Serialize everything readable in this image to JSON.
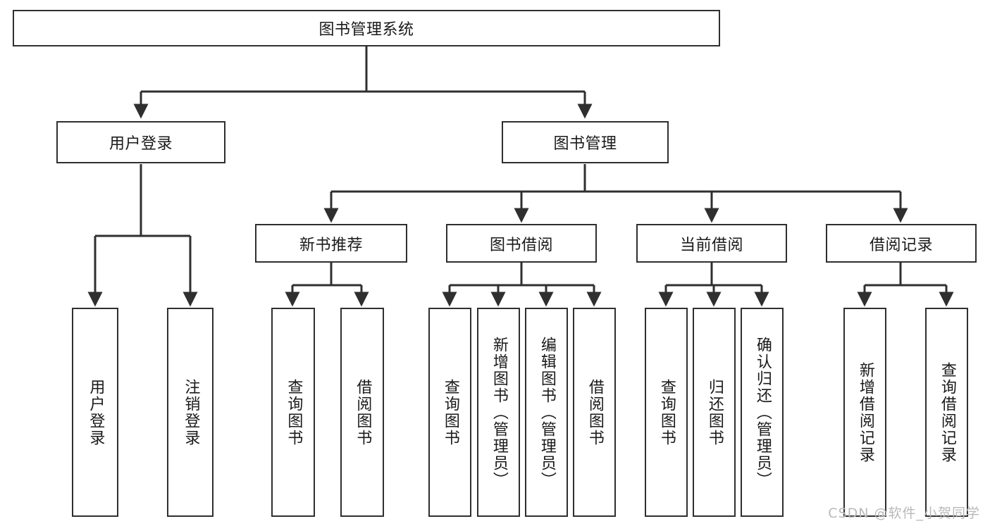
{
  "diagram": {
    "type": "tree",
    "title": "图书管理系统",
    "root": {
      "id": "root",
      "label": "图书管理系统"
    },
    "level2": [
      {
        "id": "user-login",
        "label": "用户登录"
      },
      {
        "id": "book-manage",
        "label": "图书管理"
      }
    ],
    "level3": [
      {
        "id": "new-book-rec",
        "label": "新书推荐"
      },
      {
        "id": "book-borrow",
        "label": "图书借阅"
      },
      {
        "id": "current-borrow",
        "label": "当前借阅"
      },
      {
        "id": "borrow-record",
        "label": "借阅记录"
      }
    ],
    "leaves": {
      "user_login": [
        {
          "id": "leaf-user-login",
          "label": "用户登录"
        },
        {
          "id": "leaf-user-logout",
          "label": "注销登录"
        }
      ],
      "new_book_rec": [
        {
          "id": "leaf-query-book-1",
          "label": "查询图书"
        },
        {
          "id": "leaf-borrow-book-1",
          "label": "借阅图书"
        }
      ],
      "book_borrow": [
        {
          "id": "leaf-query-book-2",
          "label": "查询图书"
        },
        {
          "id": "leaf-add-book",
          "label": "新增图书（管理员）"
        },
        {
          "id": "leaf-edit-book",
          "label": "编辑图书（管理员）"
        },
        {
          "id": "leaf-borrow-book-2",
          "label": "借阅图书"
        }
      ],
      "current_borrow": [
        {
          "id": "leaf-query-book-3",
          "label": "查询图书"
        },
        {
          "id": "leaf-return-book",
          "label": "归还图书"
        },
        {
          "id": "leaf-confirm-return",
          "label": "确认归还（管理员）"
        }
      ],
      "borrow_record": [
        {
          "id": "leaf-add-record",
          "label": "新增借阅记录"
        },
        {
          "id": "leaf-query-record",
          "label": "查询借阅记录"
        }
      ]
    }
  },
  "watermark": {
    "text": "CSDN @软件_小贺同学"
  },
  "colors": {
    "stroke": "#2f2f2f",
    "box_fill": "#ffffff",
    "text": "#1a1a1a",
    "watermark": "#b9b9b9",
    "background": "#ffffff"
  }
}
